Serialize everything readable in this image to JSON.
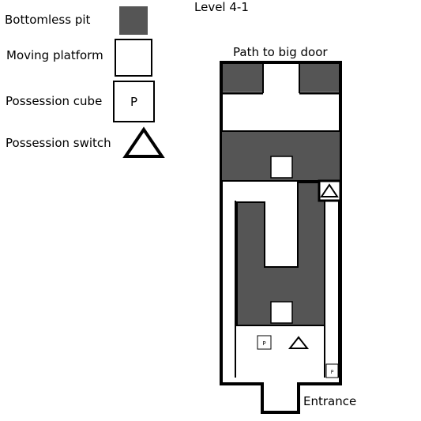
{
  "level": {
    "title": "Level 4-1",
    "exit_label": "Path to big door",
    "entrance_label": "Entrance"
  },
  "legend": {
    "items": [
      {
        "label": "Bottomless pit",
        "kind": "pit"
      },
      {
        "label": "Moving platform",
        "kind": "platform"
      },
      {
        "label": "Possession cube",
        "kind": "cube",
        "symbol": "P"
      },
      {
        "label": "Possession switch",
        "kind": "switch"
      }
    ]
  },
  "map": {
    "cube_symbol": "P"
  },
  "colors": {
    "pit": "#555555",
    "wall": "#000000",
    "floor": "#ffffff"
  }
}
